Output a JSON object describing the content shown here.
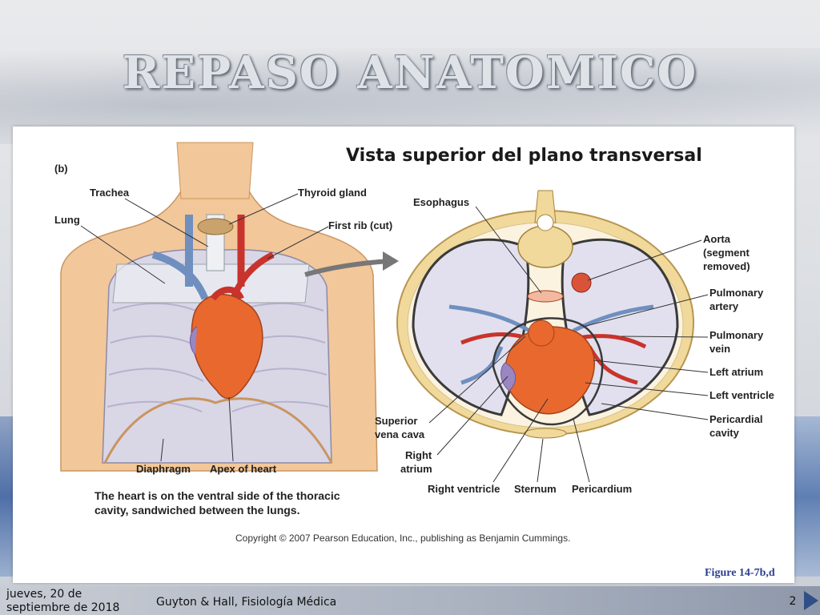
{
  "slide": {
    "title": "REPASO ANATOMICO",
    "page_number": "2"
  },
  "figure": {
    "panel_label": "(b)",
    "heading": "Vista superior del plano transversal",
    "left_labels": {
      "trachea": "Trachea",
      "thyroid_gland": "Thyroid gland",
      "lung": "Lung",
      "first_rib": "First rib (cut)",
      "diaphragm": "Diaphragm",
      "apex_of_heart": "Apex of heart"
    },
    "caption_lines": [
      "The heart is on the ventral side of the thoracic",
      "cavity, sandwiched between the lungs."
    ],
    "right_labels": {
      "esophagus": "Esophagus",
      "aorta_1": "Aorta",
      "aorta_2": "(segment",
      "aorta_3": "removed)",
      "pulm_artery_1": "Pulmonary",
      "pulm_artery_2": "artery",
      "pulm_vein_1": "Pulmonary",
      "pulm_vein_2": "vein",
      "left_atrium": "Left atrium",
      "left_ventricle": "Left ventricle",
      "pericardial_1": "Pericardial",
      "pericardial_2": "cavity",
      "svc_1": "Superior",
      "svc_2": "vena cava",
      "right_atrium_1": "Right",
      "right_atrium_2": "atrium",
      "right_ventricle": "Right ventricle",
      "sternum": "Sternum",
      "pericardium": "Pericardium"
    },
    "copyright": "Copyright © 2007 Pearson Education, Inc., publishing as Benjamin Cummings.",
    "figure_number": "Figure 14-7b,d"
  },
  "footer": {
    "date_line1": "jueves, 20 de",
    "date_line2": "septiembre de 2018",
    "source": "Guyton & Hall, Fisiología Médica"
  },
  "colors": {
    "heart": "#e8682e",
    "vein_blue": "#6f8fbf",
    "artery_red": "#c8332c",
    "lung": "#d9d6e6",
    "skin": "#f2c79a",
    "bone": "#f0d99a"
  }
}
